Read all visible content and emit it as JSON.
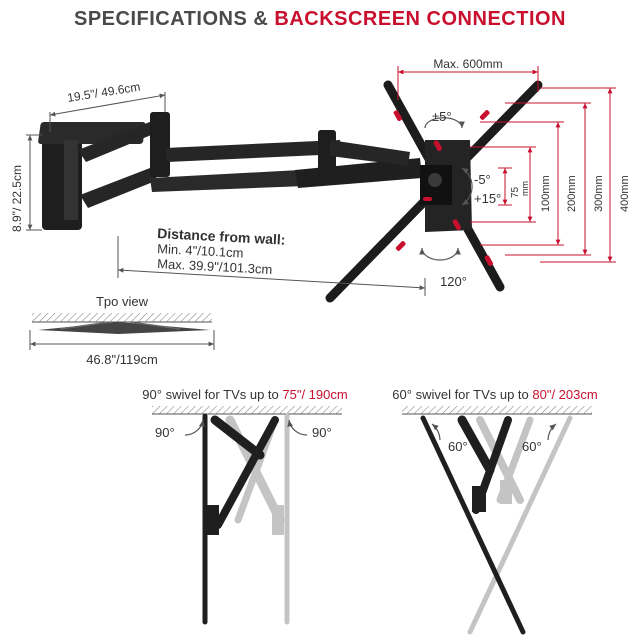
{
  "header": {
    "part1": "SPECIFICATIONS & ",
    "part2": "BACKSCREEN CONNECTION",
    "color_dark": "#4a4a4a",
    "color_red": "#c8102e"
  },
  "dimensions": {
    "arm_length": "19.5\"/ 49.6cm",
    "wall_plate_height": "8.9\"/ 22.5cm",
    "max_vesa": "Max. 600mm",
    "tilt": "±5°",
    "tilt_down": "-5°",
    "tilt_up": "+15°",
    "vesa_75": "75",
    "vesa_75_unit": "mm",
    "vesa_100": "100mm",
    "vesa_200": "200mm",
    "vesa_300": "300mm",
    "vesa_400": "400mm",
    "rotation": "120°"
  },
  "distance": {
    "title": "Distance from wall:",
    "min": "Min. 4\"/10.1cm",
    "max": "Max. 39.9\"/101.3cm"
  },
  "top_view": {
    "title": "Tpo view",
    "width": "46.8\"/119cm"
  },
  "swivel_left": {
    "prefix": "90° swivel for TVs up to ",
    "size": "75\"/ 190cm",
    "angle_left": "90°",
    "angle_right": "90°"
  },
  "swivel_right": {
    "prefix": "60° swivel for TVs up to ",
    "size": "80\"/ 203cm",
    "angle_left": "60°",
    "angle_right": "60°"
  },
  "colors": {
    "accent_red": "#c8102e",
    "mount_dark": "#1f1f1f",
    "ghost_gray": "#bdbdbd",
    "text_gray": "#333333"
  }
}
